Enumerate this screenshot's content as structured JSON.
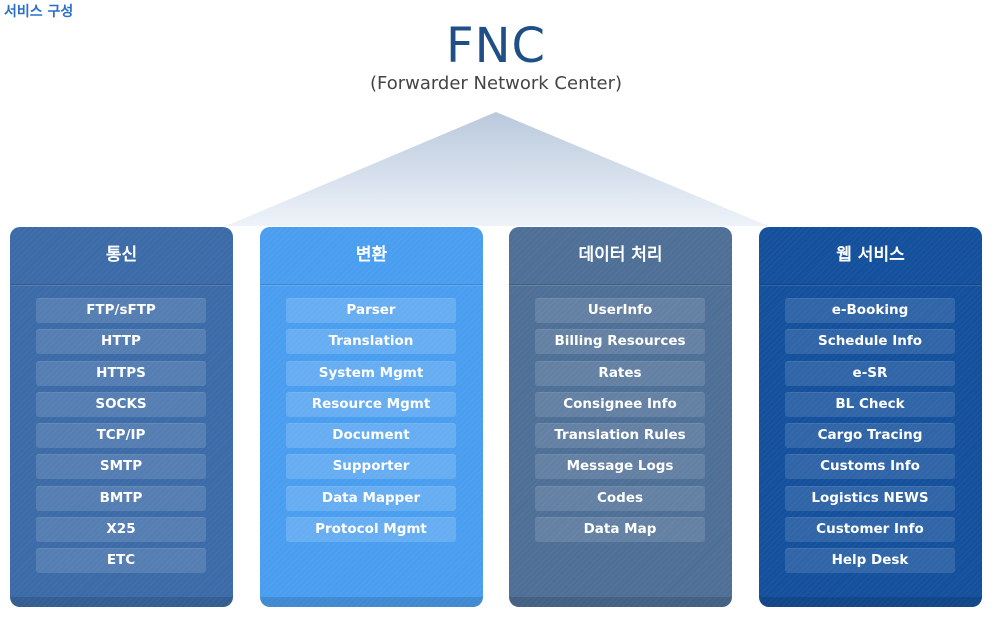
{
  "section_title": "서비스 구성",
  "title": "FNC",
  "subtitle": "(Forwarder Network Center)",
  "columns": [
    {
      "header": "통신",
      "color": "#3c6ba7",
      "items": [
        "FTP/sFTP",
        "HTTP",
        "HTTPS",
        "SOCKS",
        "TCP/IP",
        "SMTP",
        "BMTP",
        "X25",
        "ETC"
      ]
    },
    {
      "header": "변환",
      "color": "#4a9ef0",
      "items": [
        "Parser",
        "Translation",
        "System Mgmt",
        "Resource Mgmt",
        "Document",
        "Supporter",
        "Data Mapper",
        "Protocol Mgmt"
      ]
    },
    {
      "header": "데이터 처리",
      "color": "#4e6f96",
      "items": [
        "UserInfo",
        "Billing Resources",
        "Rates",
        "Consignee Info",
        "Translation Rules",
        "Message Logs",
        "Codes",
        "Data Map"
      ]
    },
    {
      "header": "웹 서비스",
      "color": "#14509c",
      "items": [
        "e-Booking",
        "Schedule Info",
        "e-SR",
        "BL Check",
        "Cargo Tracing",
        "Customs Info",
        "Logistics NEWS",
        "Customer Info",
        "Help Desk"
      ]
    }
  ]
}
